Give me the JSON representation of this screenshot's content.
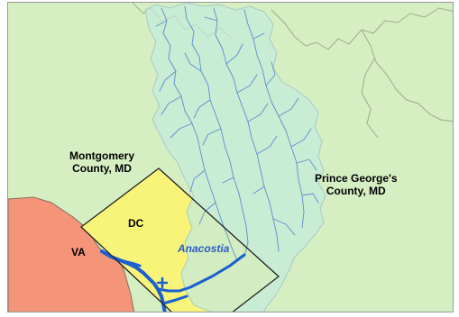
{
  "labels": {
    "montgomery": [
      "Montgomery",
      "County, MD"
    ],
    "prince_georges": [
      "Prince George's",
      "County, MD"
    ],
    "dc": "DC",
    "va": "VA",
    "anacostia": "Anacostia"
  },
  "colors": {
    "land_md": "#d6efc2",
    "land_va": "#f4957a",
    "dc": "#f8f47a",
    "watershed": "#c4eadd",
    "watershed_stream": "#5b8fc9",
    "main_river": "#1b5fd0",
    "county_line": "#a1a989",
    "dc_border": "#222222"
  },
  "icons": {
    "airport": "airport-icon"
  }
}
